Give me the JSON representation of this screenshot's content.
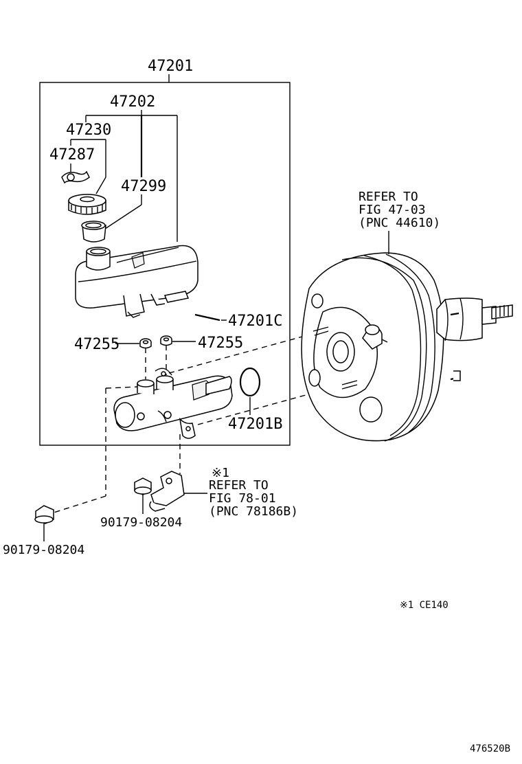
{
  "labels": {
    "assembly": "47201",
    "reservoir_set": "47202",
    "cap_set": "47230",
    "strainer_clip": "47287",
    "strainer": "47299",
    "pin": "47201C",
    "grommet_left": "47255",
    "grommet_right": "47255",
    "o_ring": "47201B",
    "nut_left": "90179-08204",
    "nut_middle": "90179-08204",
    "note_mark": "※1",
    "refer_bracket_1": "REFER TO",
    "refer_bracket_2": "FIG 78-01",
    "refer_bracket_3": "(PNC 78186B)",
    "refer_booster_1": "REFER TO",
    "refer_booster_2": "FIG 47-03",
    "refer_booster_3": "(PNC 44610)",
    "footnote": "※1  CE140",
    "figure_code": "476520B"
  },
  "colors": {
    "line": "#000000",
    "background": "#ffffff"
  },
  "icons": [
    "reservoir-tank",
    "reservoir-cap",
    "strainer",
    "master-cylinder",
    "brake-booster",
    "flange-nut",
    "bracket",
    "o-ring",
    "grommet"
  ]
}
